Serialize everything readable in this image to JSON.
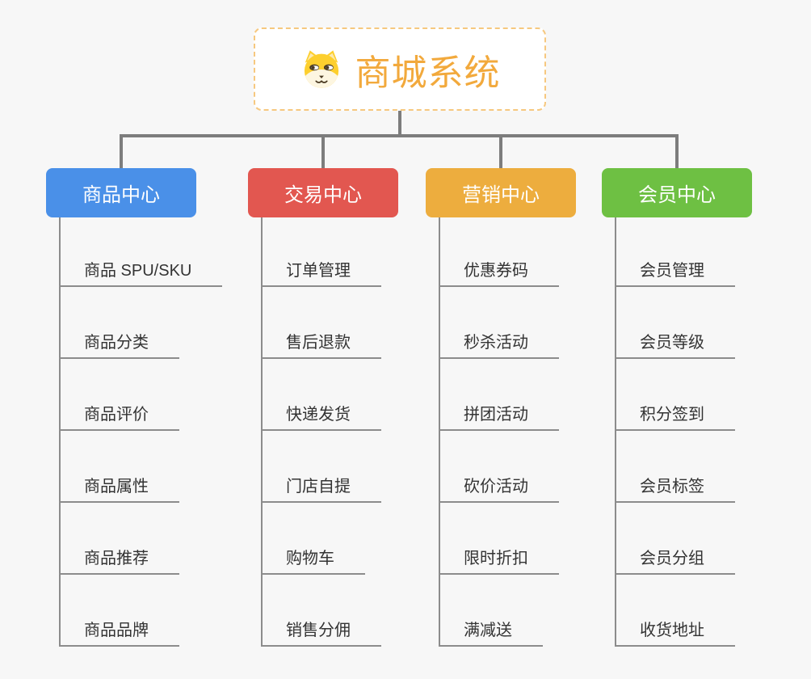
{
  "root": {
    "title": "商城系统",
    "icon": "shiba-dog-icon"
  },
  "branches": [
    {
      "id": "product-center",
      "label": "商品中心",
      "color": "#4a90e8",
      "children": [
        "商品 SPU/SKU",
        "商品分类",
        "商品评价",
        "商品属性",
        "商品推荐",
        "商品品牌"
      ]
    },
    {
      "id": "trade-center",
      "label": "交易中心",
      "color": "#e25750",
      "children": [
        "订单管理",
        "售后退款",
        "快递发货",
        "门店自提",
        "购物车",
        "销售分佣"
      ]
    },
    {
      "id": "marketing-center",
      "label": "营销中心",
      "color": "#edad3e",
      "children": [
        "优惠券码",
        "秒杀活动",
        "拼团活动",
        "砍价活动",
        "限时折扣",
        "满减送"
      ]
    },
    {
      "id": "member-center",
      "label": "会员中心",
      "color": "#6ec043",
      "children": [
        "会员管理",
        "会员等级",
        "积分签到",
        "会员标签",
        "会员分组",
        "收货地址"
      ]
    }
  ],
  "colors": {
    "root_accent": "#f2a93c",
    "root_border": "#f6c87f",
    "connector": "#7d7d7d",
    "branch_line": "#8c8c8c",
    "topic_text": "#333333",
    "background": "#f7f7f7"
  }
}
